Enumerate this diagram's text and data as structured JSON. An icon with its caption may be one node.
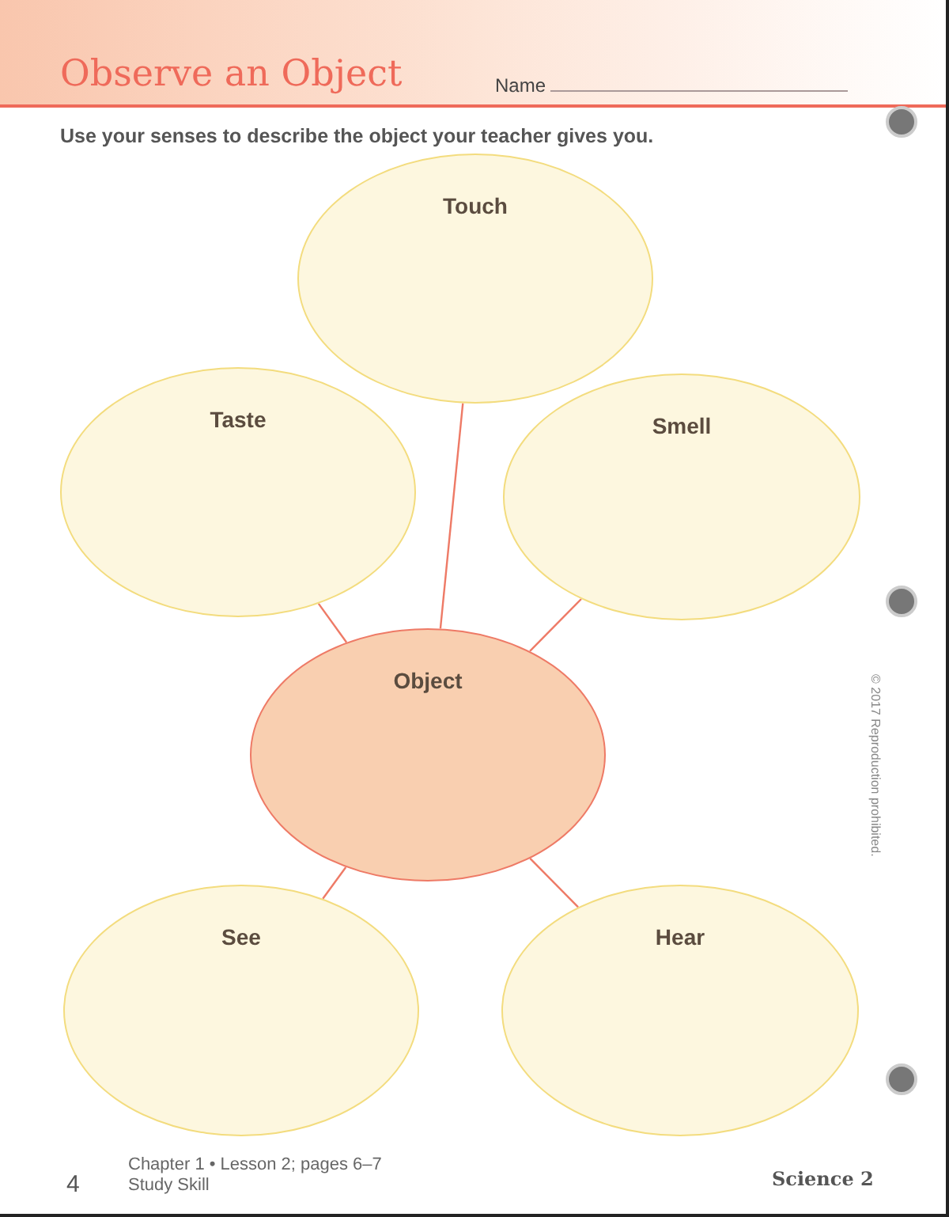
{
  "diagram": {
    "title": "Observe an Object",
    "nodes": [
      {
        "text": [
          "Touch"
        ]
      },
      {
        "text": [
          "Taste"
        ]
      },
      {
        "text": [
          "Smell"
        ]
      },
      {
        "text": [
          "Object"
        ]
      },
      {
        "text": [
          "See"
        ]
      },
      {
        "text": [
          "Hear"
        ]
      }
    ],
    "edges": [
      {
        "from": 3,
        "to": 0,
        "arrow": "none"
      },
      {
        "from": 3,
        "to": 1,
        "arrow": "none"
      },
      {
        "from": 3,
        "to": 2,
        "arrow": "none"
      },
      {
        "from": 3,
        "to": 4,
        "arrow": "none"
      },
      {
        "from": 3,
        "to": 5,
        "arrow": "none"
      }
    ],
    "labels": [
      "Name",
      "Use your senses to describe the object your teacher gives you.",
      "© 2017 Reproduction prohibited.",
      "4",
      "Chapter 1 • Lesson 2; pages 6–7",
      "Study Skill",
      "Science 2"
    ]
  }
}
